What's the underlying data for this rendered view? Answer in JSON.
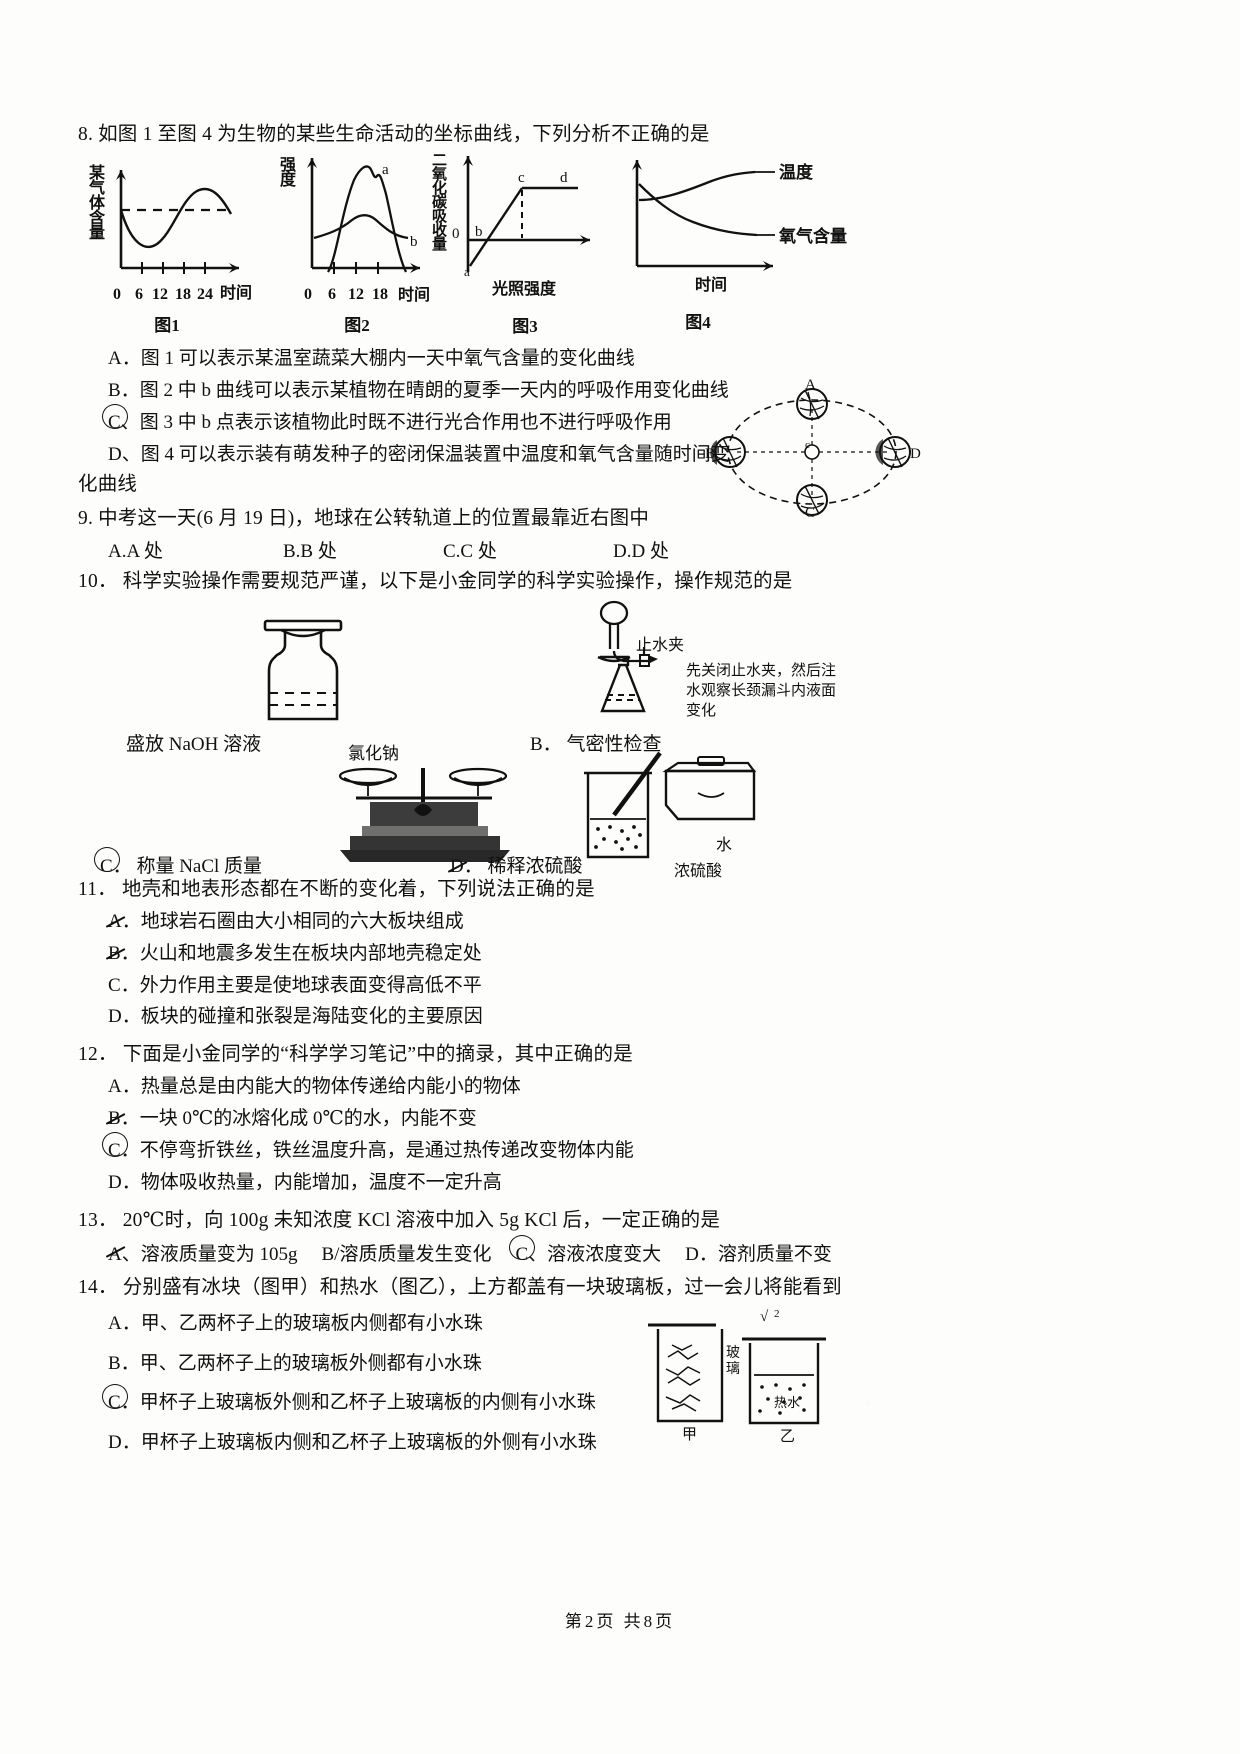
{
  "page": {
    "footer": "第2页   共8页"
  },
  "q8": {
    "number": "8.",
    "stem": "如图 1 至图 4 为生物的某些生命活动的坐标曲线，下列分析不正确的是",
    "figures": [
      {
        "caption": "图1",
        "y_axis": "某气体含量",
        "x_axis": "时间",
        "ticks": [
          "0",
          "6",
          "12",
          "18",
          "24"
        ],
        "curve_labels": []
      },
      {
        "caption": "图2",
        "y_axis": "强度",
        "x_axis": "时间",
        "ticks": [
          "0",
          "6",
          "12",
          "18"
        ],
        "curve_labels": [
          "a",
          "b"
        ]
      },
      {
        "caption": "图3",
        "y_axis": "二氧化碳吸收量",
        "x_axis": "光照强度",
        "ticks": [
          "0"
        ],
        "curve_labels": [
          "a",
          "b",
          "c",
          "d"
        ]
      },
      {
        "caption": "图4",
        "y_axis": "",
        "x_axis": "时间",
        "ticks": [],
        "curve_labels": [
          "温度",
          "氧气含量"
        ]
      }
    ],
    "options": [
      {
        "letter": "A．",
        "text": "图 1 可以表示某温室蔬菜大棚内一天中氧气含量的变化曲线",
        "mark": "none"
      },
      {
        "letter": "B．",
        "text": "图 2 中 b 曲线可以表示某植物在晴朗的夏季一天内的呼吸作用变化曲线",
        "mark": "none"
      },
      {
        "letter": "C、",
        "text": "图 3 中 b 点表示该植物此时既不进行光合作用也不进行呼吸作用",
        "mark": "circled"
      },
      {
        "letter": "D、",
        "text": "图 4 可以表示装有萌发种子的密闭保温装置中温度和氧气含量随时间变",
        "mark": "none"
      }
    ],
    "continuation": "化曲线"
  },
  "q9": {
    "number": "9.",
    "stem": "中考这一天(6 月 19 日)，地球在公转轨道上的位置最靠近右图中",
    "options": [
      {
        "label": "A.A 处"
      },
      {
        "label": "B.B 处"
      },
      {
        "label": "C.C 处"
      },
      {
        "label": "D.D 处"
      }
    ],
    "diagram": {
      "positions": [
        "A",
        "B",
        "C",
        "D"
      ],
      "center_label": "c"
    }
  },
  "q10": {
    "number": "10．",
    "stem": "科学实验操作需要规范严谨，以下是小金同学的科学实验操作，操作规范的是",
    "items": [
      {
        "letter": "",
        "caption": "盛放 NaOH 溶液",
        "mark": "none",
        "icon": "reagent-bottle-icon"
      },
      {
        "letter": "B．",
        "caption": "气密性检查",
        "mark": "none",
        "icon": "flask-clamp-icon",
        "annotations": [
          "止水夹",
          "先关闭止水夹，然后注水观察长颈漏斗内液面变化"
        ]
      },
      {
        "letter": "C．",
        "caption": "称量 NaCl 质量",
        "mark": "circled",
        "icon": "balance-icon",
        "annotations": [
          "氯化钠"
        ]
      },
      {
        "letter": "D．",
        "caption": "稀释浓硫酸",
        "mark": "struck",
        "icon": "beaker-pour-icon",
        "annotations": [
          "水",
          "浓硫酸"
        ]
      }
    ]
  },
  "q11": {
    "number": "11．",
    "stem": "地壳和地表形态都在不断的变化着，下列说法正确的是",
    "options": [
      {
        "letter": "A．",
        "text": "地球岩石圈由大小相同的六大板块组成",
        "mark": "struck"
      },
      {
        "letter": "B．",
        "text": "火山和地震多发生在板块内部地壳稳定处",
        "mark": "struck"
      },
      {
        "letter": "C．",
        "text": "外力作用主要是使地球表面变得高低不平",
        "mark": "none"
      },
      {
        "letter": "D．",
        "text": "板块的碰撞和张裂是海陆变化的主要原因",
        "mark": "none"
      }
    ]
  },
  "q12": {
    "number": "12．",
    "stem": "下面是小金同学的“科学学习笔记”中的摘录，其中正确的是",
    "options": [
      {
        "letter": "A．",
        "text": "热量总是由内能大的物体传递给内能小的物体",
        "mark": "dot"
      },
      {
        "letter": "B．",
        "text": "一块 0℃的冰熔化成 0℃的水，内能不变",
        "mark": "struck"
      },
      {
        "letter": "C．",
        "text": "不停弯折铁丝，铁丝温度升高，是通过热传递改变物体内能",
        "mark": "circled"
      },
      {
        "letter": "D．",
        "text": "物体吸收热量，内能增加，温度不一定升高",
        "mark": "none"
      }
    ]
  },
  "q13": {
    "number": "13．",
    "stem": "20℃时，向 100g 未知浓度 KCl 溶液中加入 5g KCl 后，一定正确的是",
    "options": [
      {
        "letter": "A、",
        "text": "溶液质量变为 105g",
        "mark": "struck"
      },
      {
        "letter": "B/",
        "text": "溶质质量发生变化",
        "mark": "none"
      },
      {
        "letter": "C、",
        "text": "溶液浓度变大",
        "mark": "circled"
      },
      {
        "letter": "D．",
        "text": "溶剂质量不变",
        "mark": "none"
      }
    ]
  },
  "q14": {
    "number": "14．",
    "stem": "分别盛有冰块（图甲）和热水（图乙），上方都盖有一块玻璃板，过一会儿将能看到",
    "options": [
      {
        "letter": "A．",
        "text": "甲、乙两杯子上的玻璃板内侧都有小水珠",
        "mark": "none"
      },
      {
        "letter": "B．",
        "text": "甲、乙两杯子上的玻璃板外侧都有小水珠",
        "mark": "none"
      },
      {
        "letter": "C．",
        "text": "甲杯子上玻璃板外侧和乙杯子上玻璃板的内侧有小水珠",
        "mark": "circled"
      },
      {
        "letter": "D．",
        "text": "甲杯子上玻璃板内侧和乙杯子上玻璃板的外侧有小水珠",
        "mark": "none"
      }
    ],
    "diagram": {
      "labels": [
        "玻璃",
        "甲",
        "乙",
        "冰块",
        "热水"
      ]
    }
  }
}
